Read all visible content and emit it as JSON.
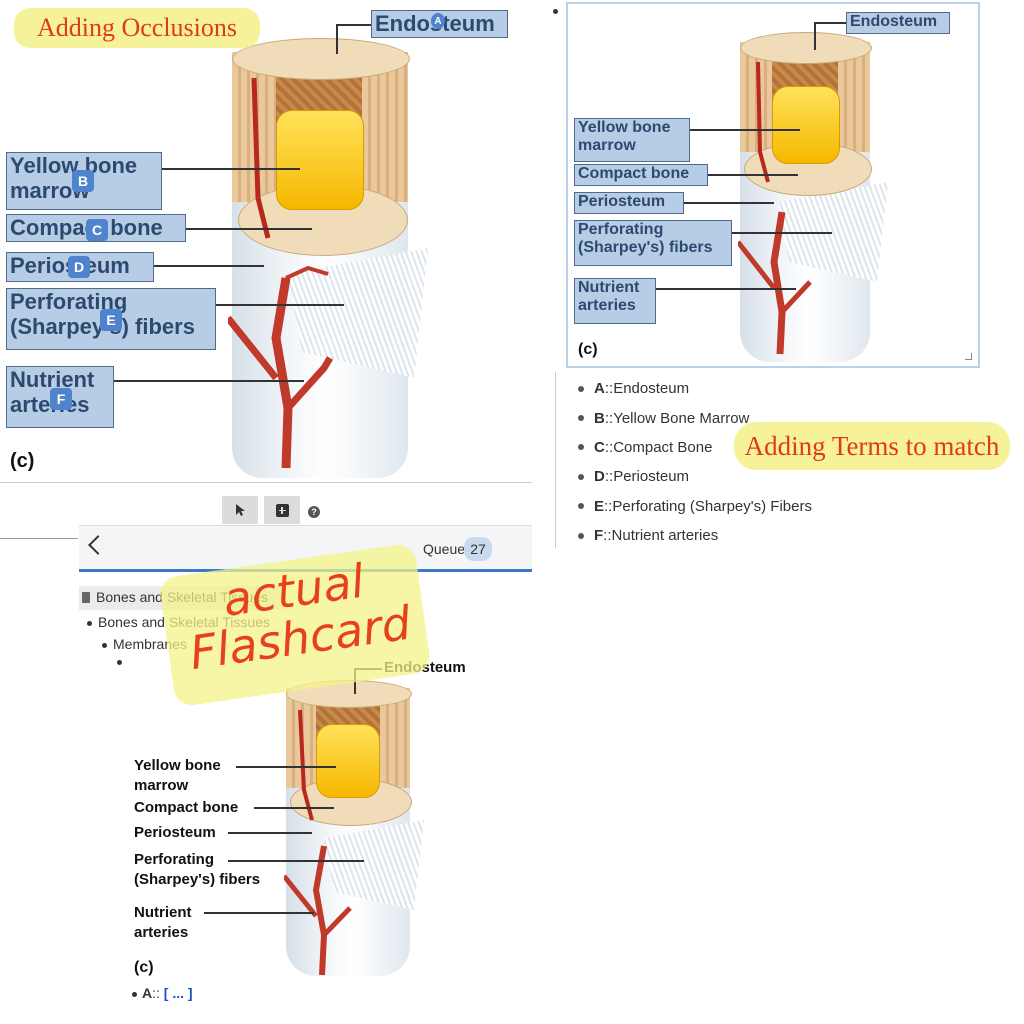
{
  "annotations": {
    "adding_occlusions": "Adding Occlusions",
    "adding_terms": "Adding Terms to match",
    "actual_flashcard": "actual Flashcard"
  },
  "editor": {
    "labels": {
      "endosteum": "Endosteum",
      "yellow_marrow": "Yellow bone marrow",
      "compact_bone": "Compact bone",
      "periosteum": "Periosteum",
      "perforating": "Perforating (Sharpey's) fibers",
      "nutrient": "Nutrient arteries"
    },
    "badges": {
      "a": "A",
      "b": "B",
      "c": "C",
      "d": "D",
      "e": "E",
      "f": "F"
    },
    "caption": "(c)"
  },
  "preview": {
    "labels": {
      "endosteum": "Endosteum",
      "yellow_marrow": "Yellow bone marrow",
      "compact_bone": "Compact bone",
      "periosteum": "Periosteum",
      "perforating": "Perforating (Sharpey's) fibers",
      "nutrient": "Nutrient arteries"
    },
    "caption": "(c)"
  },
  "terms": [
    {
      "key": "A",
      "sep": ":: ",
      "value": "Endosteum"
    },
    {
      "key": "B",
      "sep": ":: ",
      "value": "Yellow Bone Marrow"
    },
    {
      "key": "C",
      "sep": ":: ",
      "value": "Compact Bone"
    },
    {
      "key": "D",
      "sep": ":: ",
      "value": "Periosteum"
    },
    {
      "key": "E",
      "sep": ":: ",
      "value": "Perforating (Sharpey's) Fibers"
    },
    {
      "key": "F",
      "sep": ":: ",
      "value": "Nutrient arteries"
    }
  ],
  "toolbar": {
    "select_icon": "cursor-arrow-icon",
    "add_icon": "plus-square-icon",
    "help_icon": "help-circle-icon"
  },
  "review": {
    "back_icon": "chevron-left-icon",
    "queue_label": "Queue",
    "queue_count": "27",
    "accent": "#3b78c7",
    "breadcrumb_root": "Bones and Skeletal Tissues",
    "tree_level1": "Bones and Skeletal Tissues",
    "tree_level2": "Membranes",
    "card_labels": {
      "endosteum": "Endosteum",
      "yellow_marrow": "Yellow bone marrow",
      "compact_bone": "Compact bone",
      "periosteum": "Periosteum",
      "perforating": "Perforating (Sharpey's) fibers",
      "nutrient": "Nutrient arteries"
    },
    "caption": "(c)",
    "answer_key": "A",
    "answer_sep": ":: ",
    "answer_cloze": "[ ... ]"
  }
}
